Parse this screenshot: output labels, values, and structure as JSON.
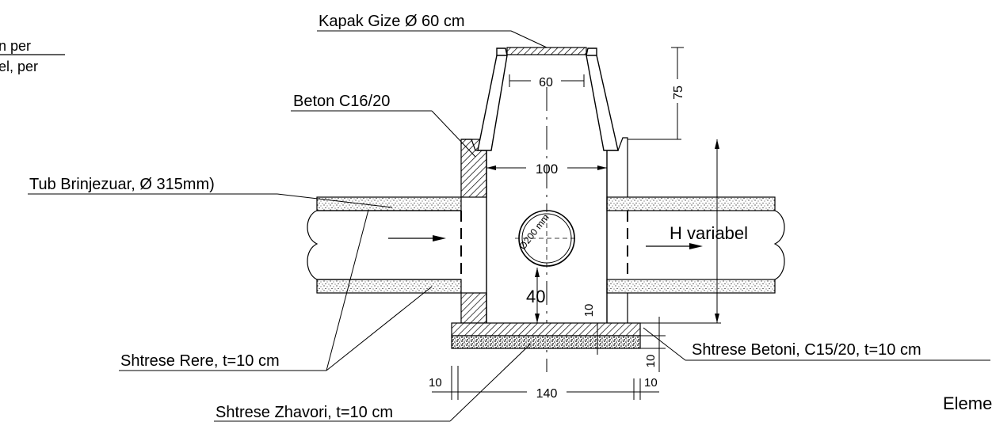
{
  "labels": {
    "kapak": "Kapak Gize Ø 60 cm",
    "beton": "Beton C16/20",
    "tub": "Tub Brinjezuar, Ø 315mm)",
    "rere": "Shtrese Rere, t=10 cm",
    "zhavori": "Shtrese Zhavori, t=10 cm",
    "betoni": "Shtrese Betoni, C15/20, t=10 cm",
    "hvar": "H variabel",
    "pipe": "Ø200 mm",
    "cut_top": "n per",
    "cut_bottom": "el, per",
    "cut_right": "Eleme"
  },
  "dimensions": {
    "d60": "60",
    "d75": "75",
    "d100": "100",
    "d40": "40",
    "d10_inner": "10",
    "d10_right": "10",
    "d10_bl": "10",
    "d140": "140",
    "d10_br": "10"
  },
  "colors": {
    "ink": "#000000",
    "paper": "#ffffff"
  }
}
